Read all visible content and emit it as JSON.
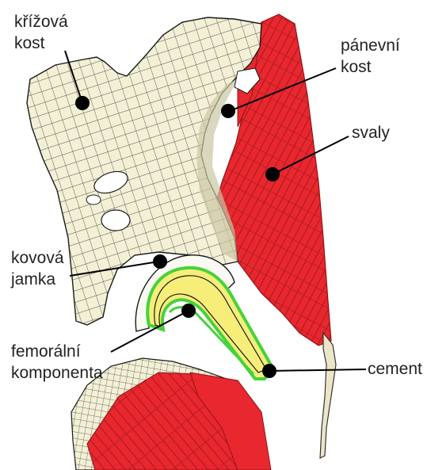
{
  "labels": {
    "sacrum": [
      "křížová",
      "kost"
    ],
    "pelvis": [
      "pánevní",
      "kost"
    ],
    "muscles": [
      "svaly"
    ],
    "cup": [
      "kovová",
      "jamka"
    ],
    "femoral": [
      "femorální",
      "komponenta"
    ],
    "cement": [
      "cement"
    ]
  },
  "colors": {
    "bone": "#f3f0d6",
    "mesh": "#1a1a1a",
    "muscle": "#e8272e",
    "muscle_dark": "#8e1418",
    "implant": "#f7ee7a",
    "cement": "#46d23a",
    "marker": "#000000"
  }
}
